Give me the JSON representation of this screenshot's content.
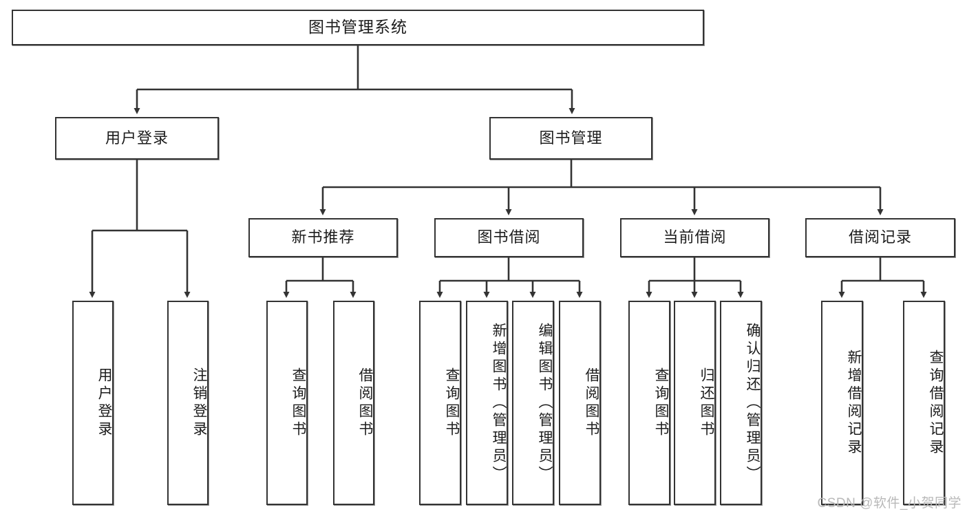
{
  "diagram": {
    "title": "图书管理系统",
    "type": "tree-hierarchy",
    "root": {
      "label": "图书管理系统"
    },
    "level2": [
      {
        "label": "用户登录"
      },
      {
        "label": "图书管理"
      }
    ],
    "level3": [
      {
        "label": "新书推荐"
      },
      {
        "label": "图书借阅"
      },
      {
        "label": "当前借阅"
      },
      {
        "label": "借阅记录"
      }
    ],
    "leaves": {
      "user_login": [
        {
          "label": "用户登录"
        },
        {
          "label": "注销登录"
        }
      ],
      "new_book": [
        {
          "label": "查询图书"
        },
        {
          "label": "借阅图书"
        }
      ],
      "book_borrow": [
        {
          "label": "查询图书"
        },
        {
          "label": "新增图书（管理员）"
        },
        {
          "label": "编辑图书（管理员）"
        },
        {
          "label": "借阅图书"
        }
      ],
      "current_borrow": [
        {
          "label": "查询图书"
        },
        {
          "label": "归还图书"
        },
        {
          "label": "确认归还（管理员）"
        }
      ],
      "borrow_record": [
        {
          "label": "新增借阅记录"
        },
        {
          "label": "查询借阅记录"
        }
      ]
    }
  },
  "watermark": {
    "text": "CSDN @软件_小贺同学"
  },
  "colors": {
    "stroke": "#333333",
    "background": "#ffffff",
    "text": "#1c1c1c",
    "watermark": "#b9b9b9"
  }
}
